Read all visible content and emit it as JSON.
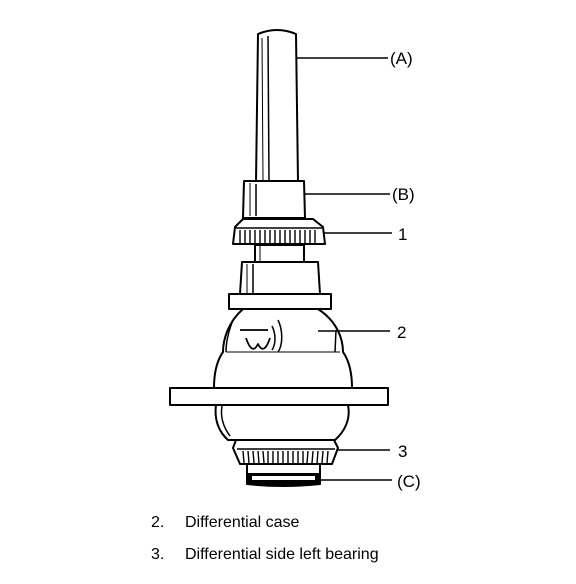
{
  "callouts": {
    "A": "(A)",
    "B": "(B)",
    "p1": "1",
    "p2": "2",
    "p3": "3",
    "C": "(C)"
  },
  "legend": [
    {
      "number": "2.",
      "text": "Differential case"
    },
    {
      "number": "3.",
      "text": "Differential side left bearing"
    }
  ]
}
